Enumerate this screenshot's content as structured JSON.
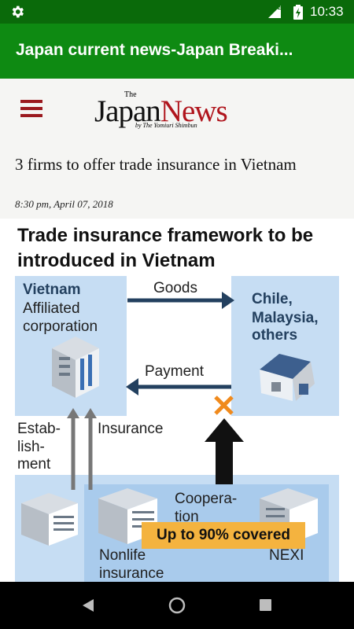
{
  "status_bar": {
    "network": "LTE",
    "time": "10:33"
  },
  "app_bar": {
    "title": "Japan current news-Japan Breaki..."
  },
  "logo": {
    "small": "The",
    "brand_a": "Japan",
    "brand_b": "News",
    "byline": "by The Yomiuri Shimbun"
  },
  "article": {
    "headline": "3 firms to offer trade insurance in Vietnam",
    "date": "8:30 pm, April 07, 2018"
  },
  "graphic": {
    "title": "Trade insurance framework to be introduced in Vietnam",
    "vietnam_label_1": "Vietnam",
    "vietnam_label_2": "Affiliated",
    "vietnam_label_3": "corporation",
    "goods": "Goods",
    "payment": "Payment",
    "destination_1": "Chile,",
    "destination_2": "Malaysia,",
    "destination_3": "others",
    "establishment_1": "Estab-",
    "establishment_2": "lish-",
    "establishment_3": "ment",
    "insurance": "Insurance",
    "covered": "Up to 90% covered",
    "cooperation_1": "Coopera-",
    "cooperation_2": "tion",
    "nonlife_1": "Nonlife",
    "nonlife_2": "insurance",
    "nexi": "NEXI"
  },
  "colors": {
    "status_bar": "#0a6a0a",
    "app_bar": "#0e8a12",
    "accent_red": "#9b1a1f",
    "diagram_blue": "#c6ddf3",
    "highlight_orange": "#f4b33f"
  }
}
